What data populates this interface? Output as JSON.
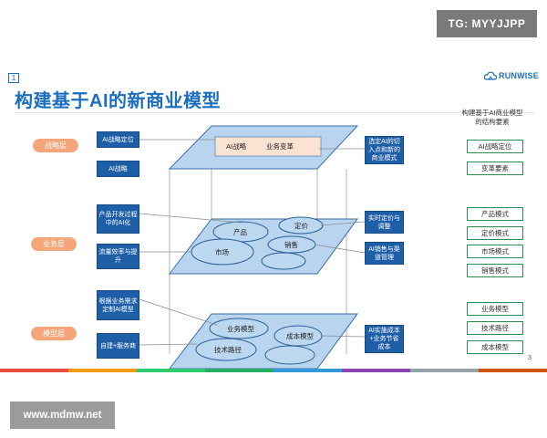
{
  "watermark_top": "TG: MYYJJPP",
  "watermark_bottom": "www.mdmw.net",
  "page_box": "1",
  "title": "构建基于AI的新商业模型",
  "logo": {
    "text": "RUNWISE",
    "icon": "cloud-logo-icon"
  },
  "layers": {
    "strategy": "战略层",
    "business": "业务层",
    "model": "模型层"
  },
  "left_boxes": {
    "ai_strategy_position": "AI战略定位",
    "ai_strategy": "AI战略",
    "product_dev": "产品开发过程中的AI化",
    "traffic_efficiency": "流量效率与提升",
    "custom_ai_model": "根据业务需求定制AI模型",
    "self_build_service": "自建+服务商"
  },
  "planes": {
    "top": {
      "a": "AI战略",
      "b": "业务变革"
    },
    "middle": {
      "product": "产品",
      "pricing": "定价",
      "market": "市场",
      "sales": "销售"
    },
    "bottom": {
      "business_model": "业务模型",
      "cost_model": "成本模型",
      "tech_path": "技术路径"
    }
  },
  "right_blue_boxes": {
    "choose_ai": "选定AI的切入点和新的商业模式",
    "realtime_pricing": "实时定价与调整",
    "ai_sales": "AI销售与渠道管理",
    "ai_cost": "AI实施成本+业务节省成本"
  },
  "right_column": {
    "header": "构建基于AI商业模型的结构要素",
    "items": [
      "AI战略定位",
      "变革要素",
      "产品模式",
      "定价模式",
      "市场模式",
      "销售模式",
      "业务模型",
      "技术路径",
      "成本模型"
    ]
  },
  "slide_number": "3",
  "colors": {
    "accent": "#1c6fbf",
    "orange": "#f4a67a",
    "box_blue": "#1f5fa8",
    "green": "#2e8b57",
    "bar": [
      "#e74c3c",
      "#f39c12",
      "#2ecc71",
      "#27ae60",
      "#3498db",
      "#8e44ad",
      "#95a5a6",
      "#d35400"
    ]
  }
}
